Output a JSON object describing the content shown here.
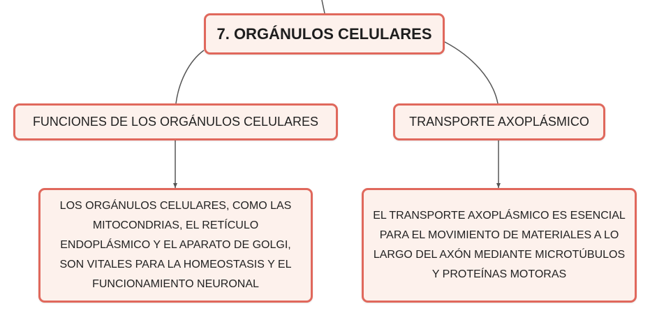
{
  "colors": {
    "node_fill": "#fdf1ec",
    "node_border": "#e0685c",
    "connector": "#555555"
  },
  "root": {
    "label": "7. ORGÁNULOS CELULARES"
  },
  "branches": [
    {
      "label": "FUNCIONES DE LOS ORGÁNULOS CELULARES",
      "detail": "LOS ORGÁNULOS CELULARES, COMO LAS MITOCONDRIAS, EL RETÍCULO ENDOPLÁSMICO Y EL APARATO DE GOLGI, SON VITALES PARA LA HOMEOSTASIS Y EL FUNCIONAMIENTO NEURONAL"
    },
    {
      "label": "TRANSPORTE AXOPLÁSMICO",
      "detail": "EL TRANSPORTE AXOPLÁSMICO ES ESENCIAL PARA EL MOVIMIENTO DE MATERIALES A LO LARGO DEL AXÓN MEDIANTE MICROTÚBULOS Y PROTEÍNAS MOTORAS"
    }
  ]
}
